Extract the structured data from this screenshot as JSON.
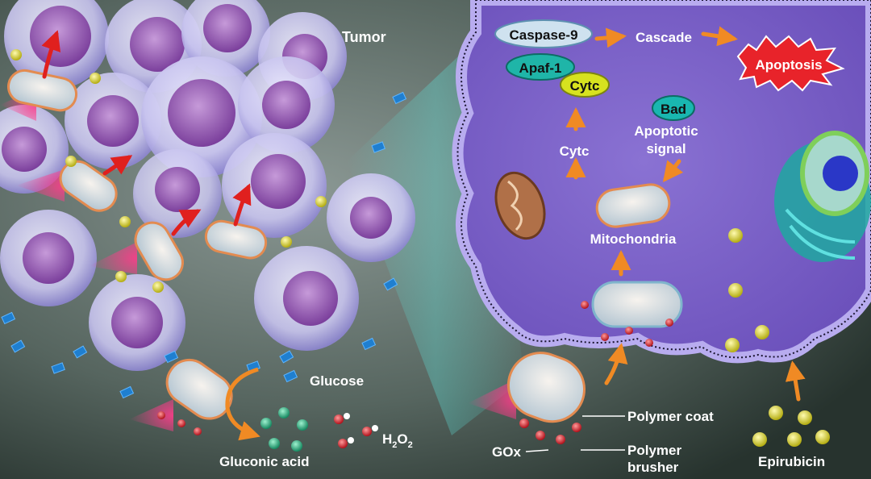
{
  "labels": {
    "tumor": "Tumor",
    "caspase9": "Caspase-9",
    "cascade": "Cascade",
    "apoptosis": "Apoptosis",
    "apaf1": "Apaf-1",
    "cytc_bubble": "Cytc",
    "bad": "Bad",
    "apoptotic_signal_1": "Apoptotic",
    "apoptotic_signal_2": "signal",
    "cytc": "Cytc",
    "mitochondria": "Mitochondria",
    "glucose": "Glucose",
    "gluconic_acid": "Gluconic acid",
    "h2o2_main": "H",
    "h2o2_sub1": "2",
    "h2o2_o": "O",
    "h2o2_sub2": "2",
    "gox": "GOx",
    "polymer_coat": "Polymer coat",
    "polymer_brusher_1": "Polymer",
    "polymer_brusher_2": "brusher",
    "epirubicin": "Epirubicin"
  },
  "colors": {
    "background_dark": "#2f3d37",
    "background_light": "#7d8a86",
    "cell_membrane": "#a99be8",
    "cytoplasm": "#7a5fc8",
    "tumor_cell": "#c9c6ef",
    "nucleus": "#9a5fb8",
    "arrow_orange": "#f08a24",
    "arrow_red": "#e0201e",
    "apoptosis_burst": "#e8232a",
    "caspase_node": "#cfe2ef",
    "apaf_node": "#1fb5a8",
    "cytc_node": "#d7e21f",
    "bad_node": "#19b7b0",
    "epirubicin_dot": "#e3df2a",
    "glucose_dot": "#2fb588",
    "gox_dot": "#e0303a",
    "glucose_crystal": "#1f7fd0"
  }
}
